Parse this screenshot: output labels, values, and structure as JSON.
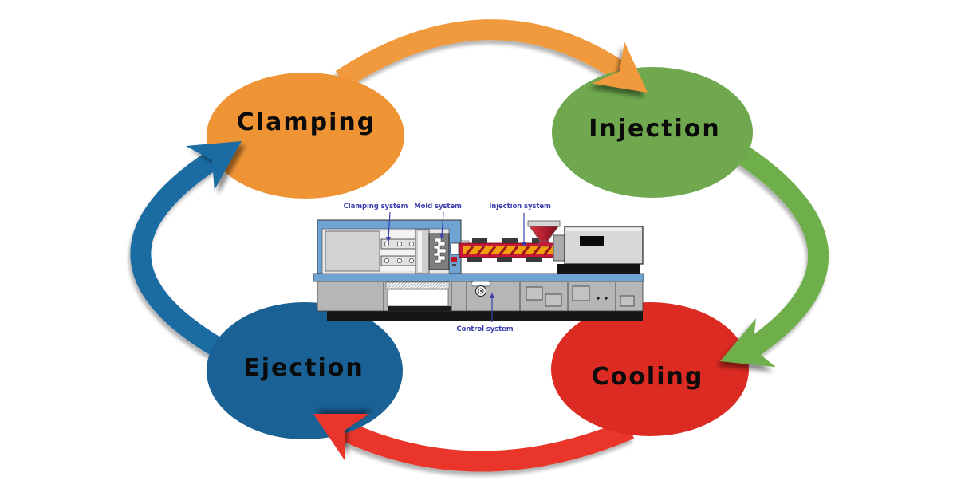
{
  "diagram": {
    "type": "cycle",
    "stages": {
      "clamping": {
        "label": "Clamping",
        "color": "#EF9435"
      },
      "injection": {
        "label": "Injection",
        "color": "#6FA84F"
      },
      "cooling": {
        "label": "Cooling",
        "color": "#DC2B22"
      },
      "ejection": {
        "label": "Ejection",
        "color": "#1A6296"
      }
    },
    "arrows": {
      "clamping_to_injection": {
        "color": "#F0993C"
      },
      "injection_to_cooling": {
        "color": "#6EAF4C"
      },
      "cooling_to_ejection": {
        "color": "#E93529"
      },
      "ejection_to_clamping": {
        "color": "#1D6CA4"
      }
    }
  },
  "machine": {
    "labels": {
      "clamping_system": "Clamping system",
      "mold_system": "Mold system",
      "injection_system": "Injection system",
      "control_system": "Control system"
    },
    "label_color": "#3d3db0",
    "frame_color": "#6FA3D4",
    "barrel_color": "#C81838",
    "screw_color": "#F0A00A"
  }
}
